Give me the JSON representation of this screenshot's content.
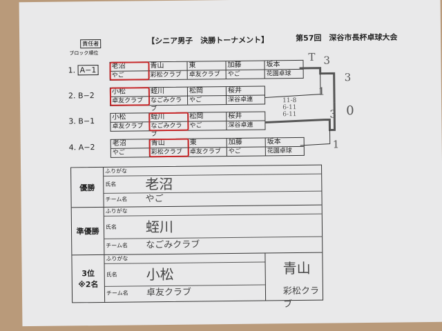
{
  "header": {
    "title": "【シニア男子　決勝トーナメント】",
    "event": "第57回　深谷市長杯卓球大会",
    "responsible": "責任者",
    "block_rank": "ブロック順位"
  },
  "blocks": [
    {
      "label": "1.",
      "block": "A−1",
      "players": [
        {
          "name": "老沼",
          "team": "やご",
          "circled": true
        },
        {
          "name": "青山",
          "team": "彩松クラブ"
        },
        {
          "name": "東",
          "team": "卓友クラブ"
        },
        {
          "name": "加藤",
          "team": "やご"
        },
        {
          "name": "坂本",
          "team": "花園卓球"
        }
      ]
    },
    {
      "label": "2.",
      "block": "B−2",
      "players": [
        {
          "name": "小松",
          "team": "卓友クラブ",
          "circled": true
        },
        {
          "name": "蛭川",
          "team": "なごみクラブ"
        },
        {
          "name": "松岡",
          "team": "やご"
        },
        {
          "name": "桜井",
          "team": "深谷卓連"
        }
      ]
    },
    {
      "label": "3.",
      "block": "B−1",
      "players": [
        {
          "name": "小松",
          "team": "卓友クラブ"
        },
        {
          "name": "蛭川",
          "team": "なごみクラブ",
          "circled": true
        },
        {
          "name": "松岡",
          "team": "やご"
        },
        {
          "name": "桜井",
          "team": "深谷卓連"
        }
      ]
    },
    {
      "label": "4.",
      "block": "A−2",
      "players": [
        {
          "name": "老沼",
          "team": "やご"
        },
        {
          "name": "青山",
          "team": "彩松クラブ",
          "circled": true
        },
        {
          "name": "東",
          "team": "卓友クラブ"
        },
        {
          "name": "加藤",
          "team": "やご"
        },
        {
          "name": "坂本",
          "team": "花園卓球"
        }
      ]
    }
  ],
  "scores": {
    "s1": "3",
    "s2": "1",
    "s3": "3",
    "s4": "1",
    "final_top": "3",
    "final_bottom": "0",
    "games": "11-8\n6-11\n6-11",
    "t": "T"
  },
  "results": {
    "labels": {
      "furigana": "ふりがな",
      "name": "氏名",
      "team": "チーム名"
    },
    "winner": {
      "title": "優勝",
      "name": "老沼",
      "team": "やご"
    },
    "runner_up": {
      "title": "準優勝",
      "name": "蛭川",
      "team": "なごみクラブ"
    },
    "third": {
      "title": "3位\n※2名",
      "entries": [
        {
          "name": "小松",
          "team": "卓友クラブ"
        },
        {
          "name": "青山",
          "team": "彩松クラブ"
        }
      ]
    }
  }
}
